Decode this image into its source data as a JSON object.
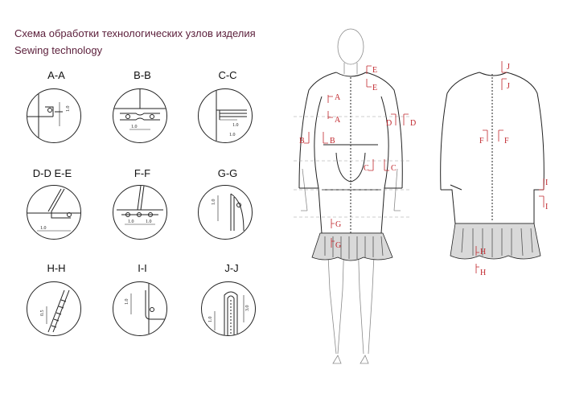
{
  "header": {
    "title_ru": "Схема обработки технологических узлов изделия",
    "title_en": "Sewing technology"
  },
  "sections": [
    {
      "id": "aa",
      "label": "A-A",
      "dims": [
        "1.0"
      ]
    },
    {
      "id": "bb",
      "label": "B-B",
      "dims": [
        "1.0"
      ]
    },
    {
      "id": "cc",
      "label": "C-C",
      "dims": [
        "1.0",
        "1.0"
      ]
    },
    {
      "id": "dd",
      "label": "D-D E-E",
      "dims": [
        "1.0"
      ]
    },
    {
      "id": "ff",
      "label": "F-F",
      "dims": [
        "1.0",
        "1.0"
      ]
    },
    {
      "id": "gg",
      "label": "G-G",
      "dims": [
        "1.0"
      ]
    },
    {
      "id": "hh",
      "label": "H-H",
      "dims": [
        "0.5"
      ]
    },
    {
      "id": "ii",
      "label": "I-I",
      "dims": [
        "1.0"
      ]
    },
    {
      "id": "jj",
      "label": "J-J",
      "dims": [
        "3.0",
        "1.0"
      ]
    }
  ],
  "markers": {
    "front": [
      "E",
      "E",
      "A",
      "A",
      "D",
      "D",
      "B",
      "B",
      "C",
      "C",
      "G",
      "G"
    ],
    "back": [
      "J",
      "J",
      "F",
      "F",
      "I",
      "I",
      "H",
      "H"
    ]
  },
  "colors": {
    "title": "#5b1e3a",
    "marker": "#c0272d",
    "line": "#222222",
    "guide": "#9a9a9a"
  }
}
